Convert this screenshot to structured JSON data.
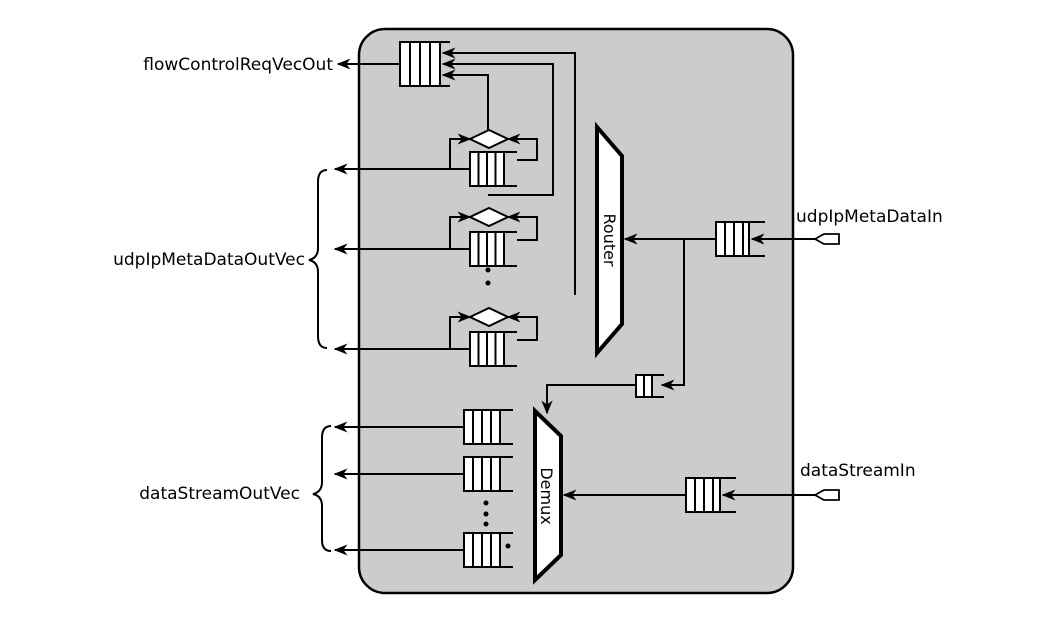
{
  "diagram": {
    "block": {
      "fill": "#cccccc",
      "stroke": "#000000"
    },
    "units": {
      "router": {
        "label": "Router"
      },
      "demux": {
        "label": "Demux"
      }
    },
    "ports": {
      "outputs": {
        "flow_control": "flowControlReqVecOut",
        "meta_vec": "udpIpMetaDataOutVec",
        "data_vec": "dataStreamOutVec"
      },
      "inputs": {
        "meta_in": "udpIpMetaDataIn",
        "data_in": "dataStreamIn"
      }
    },
    "ellipsis": "⋮"
  }
}
